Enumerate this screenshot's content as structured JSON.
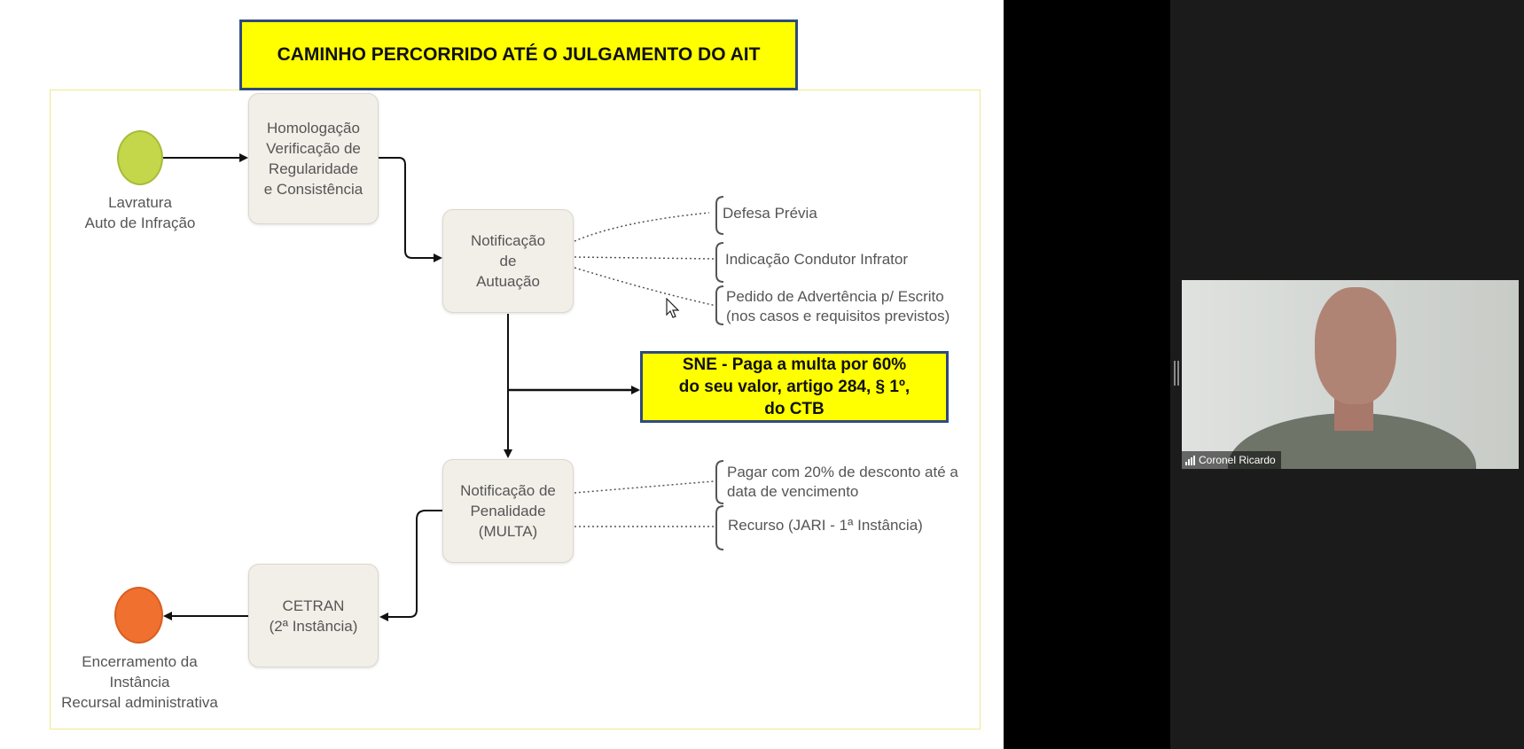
{
  "slide": {
    "title": "CAMINHO PERCORRIDO ATÉ O JULGAMENTO DO AIT",
    "start_label": "Lavratura\nAuto de Infração",
    "end_label": "Encerramento da\nInstância\nRecursal administrativa",
    "steps": {
      "homologacao": "Homologação\nVerificação de\nRegularidade\ne Consistência",
      "notificacao_autuacao": "Notificação\nde\nAutuação",
      "notificacao_penalidade": "Notificação de\nPenalidade\n(MULTA)",
      "cetran": "CETRAN\n(2ª Instância)"
    },
    "autuacao_options": [
      "Defesa Prévia",
      "Indicação Condutor Infrator",
      "Pedido de Advertência p/ Escrito\n(nos casos e requisitos previstos)"
    ],
    "penalidade_options": [
      "Pagar com 20% de desconto até a\ndata de vencimento",
      "Recurso (JARI - 1ª Instância)"
    ],
    "sne_box": "SNE - Paga a multa por 60%\ndo seu valor, artigo 284, § 1º,\ndo CTB"
  },
  "video": {
    "participant_name": "Coronel Ricardo"
  },
  "colors": {
    "title_bg": "#ffff00",
    "box_border": "#2f4a7a",
    "start_circle": "#c4d64a",
    "end_circle": "#f07030",
    "step_bg": "#f2efe9"
  }
}
